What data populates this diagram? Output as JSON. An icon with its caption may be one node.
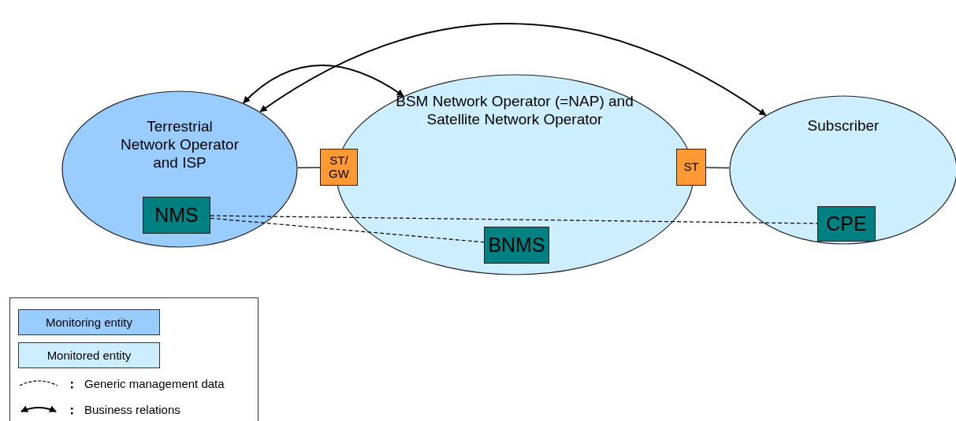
{
  "diagram": {
    "nodes": [
      {
        "text": [
          "Terrestrial Network Operator and ISP"
        ]
      },
      {
        "text": [
          "NMS"
        ],
        "in": 0
      },
      {
        "text": [
          "BSM Network Operator (=NAP) and Satellite Network Operator"
        ]
      },
      {
        "text": [
          "BNMS"
        ],
        "in": 2
      },
      {
        "text": [
          "Subscriber"
        ]
      },
      {
        "text": [
          "CPE"
        ],
        "in": 4
      },
      {
        "text": [
          "ST/ GW"
        ]
      },
      {
        "text": [
          "ST"
        ]
      }
    ],
    "edges": [
      {
        "from": 0,
        "to": 4,
        "arrow": "both"
      },
      {
        "from": 0,
        "to": 2,
        "arrow": "both"
      },
      {
        "from": 0,
        "to": 6,
        "arrow": "none"
      },
      {
        "from": 7,
        "to": 4,
        "arrow": "none"
      },
      {
        "from": 1,
        "to": 5,
        "arrow": "none",
        "style": "dashed"
      },
      {
        "from": 1,
        "to": 3,
        "arrow": "none",
        "style": "dashed"
      }
    ],
    "legend": [
      {
        "text": "Monitoring entity",
        "color": "#99ccff"
      },
      {
        "text": "Monitored entity",
        "color": "#cceeff"
      },
      {
        "text": "Generic management data"
      },
      {
        "text": "Business relations"
      }
    ]
  }
}
